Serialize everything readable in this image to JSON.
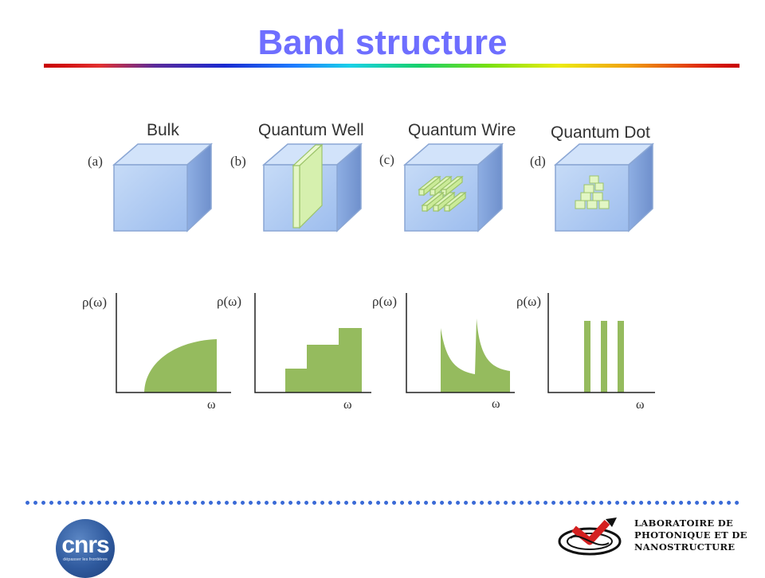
{
  "slide": {
    "title": "Band structure"
  },
  "panels": [
    {
      "letter": "(a)",
      "label": "Bulk"
    },
    {
      "letter": "(b)",
      "label": "Quantum Well"
    },
    {
      "letter": "(c)",
      "label": "Quantum Wire"
    },
    {
      "letter": "(d)",
      "label": "Quantum Dot"
    }
  ],
  "dos": {
    "ylabel": "ρ(ω)",
    "xlabel": "ω"
  },
  "footer": {
    "cnrs_logo_text": "cnrs",
    "cnrs_logo_subtext": "dépasser les frontières",
    "lab_lines": [
      "LABORATOIRE DE",
      "PHOTONIQUE ET DE",
      "NANOSTRUCTURE"
    ]
  },
  "colors": {
    "title": "#6e6eff",
    "cube_face": "#a9c6f2",
    "cube_top": "#c8dcf8",
    "cube_side": "#7f9fd6",
    "structure": "#d4f0a8",
    "dos_fill": "#95bb5e",
    "rule_dots": "#3a6ad6"
  }
}
